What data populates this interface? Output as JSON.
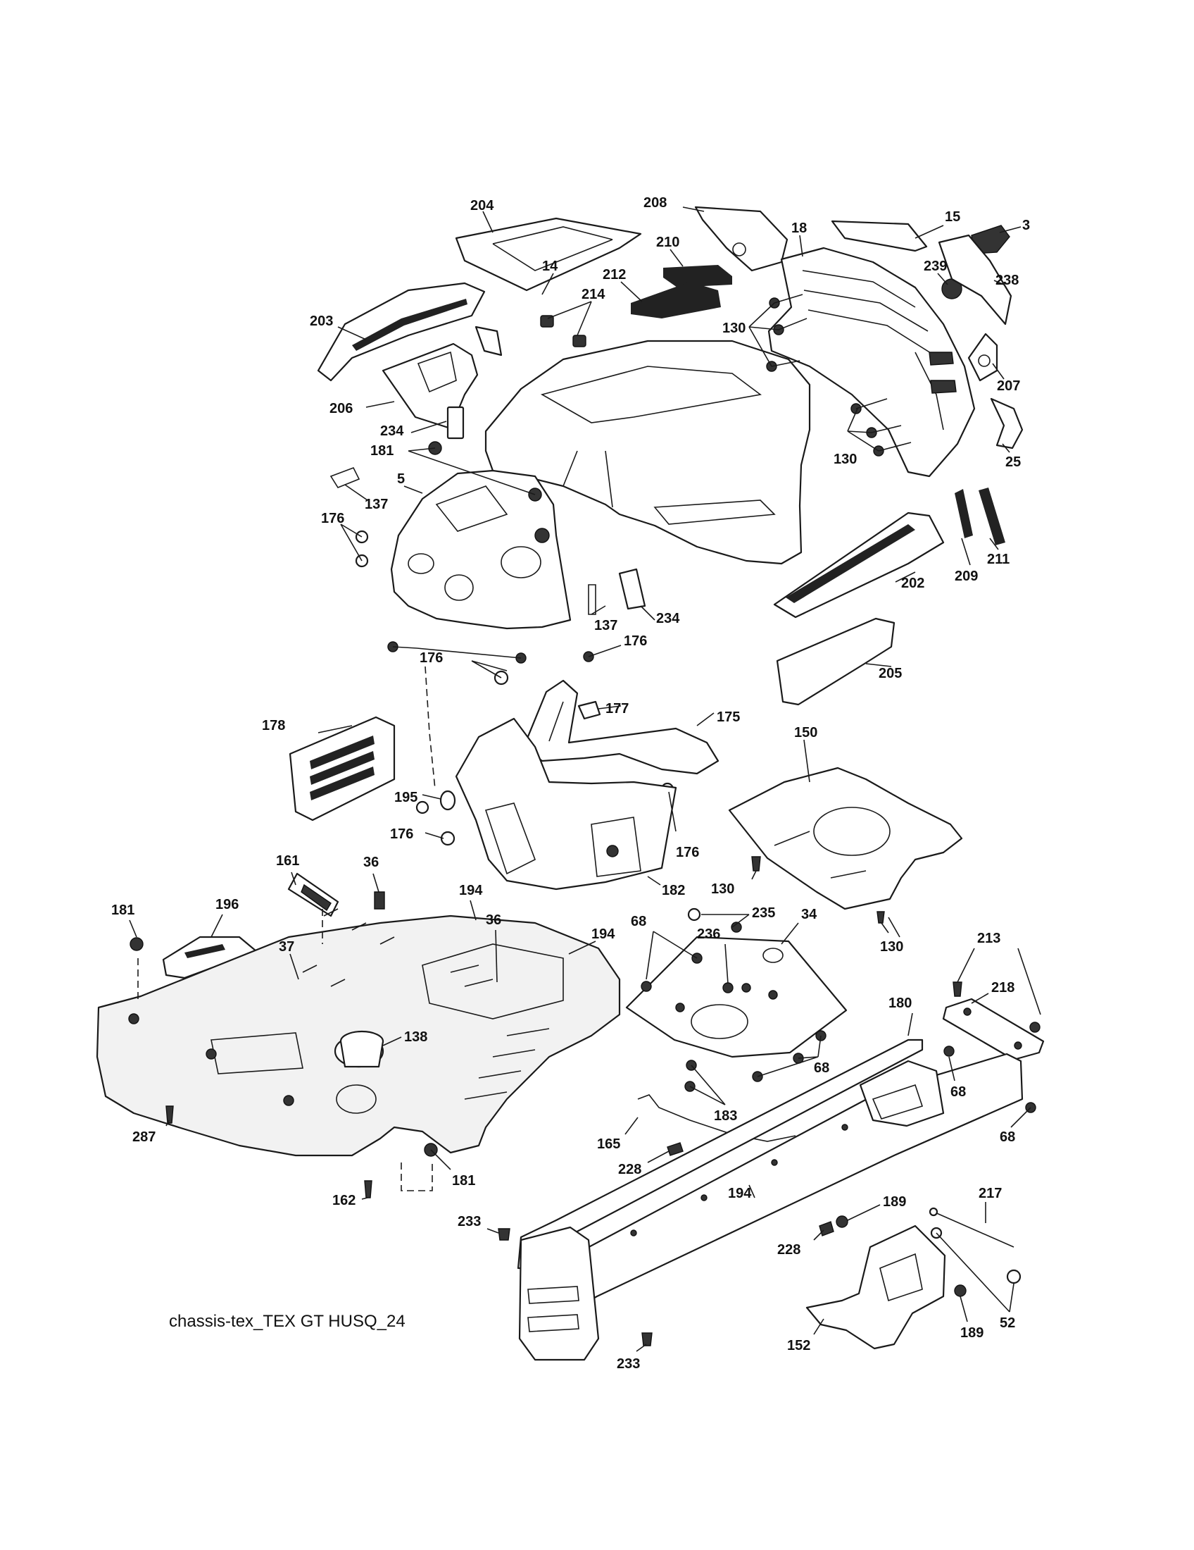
{
  "caption": "chassis-tex_TEX GT HUSQ_24",
  "callouts": [
    "204",
    "208",
    "15",
    "3",
    "18",
    "210",
    "239",
    "212",
    "238",
    "214",
    "130",
    "203",
    "14",
    "207",
    "206",
    "234",
    "130",
    "25",
    "181",
    "137",
    "5",
    "176",
    "209",
    "211",
    "202",
    "137",
    "234",
    "176",
    "176",
    "205",
    "177",
    "175",
    "178",
    "150",
    "195",
    "176",
    "176",
    "182",
    "130",
    "161",
    "36",
    "194",
    "235",
    "34",
    "181",
    "196",
    "36",
    "68",
    "236",
    "194",
    "37",
    "130",
    "213",
    "218",
    "138",
    "180",
    "68",
    "68",
    "183",
    "68",
    "287",
    "165",
    "228",
    "181",
    "162",
    "194",
    "189",
    "233",
    "217",
    "228",
    "52",
    "189",
    "152",
    "233"
  ]
}
